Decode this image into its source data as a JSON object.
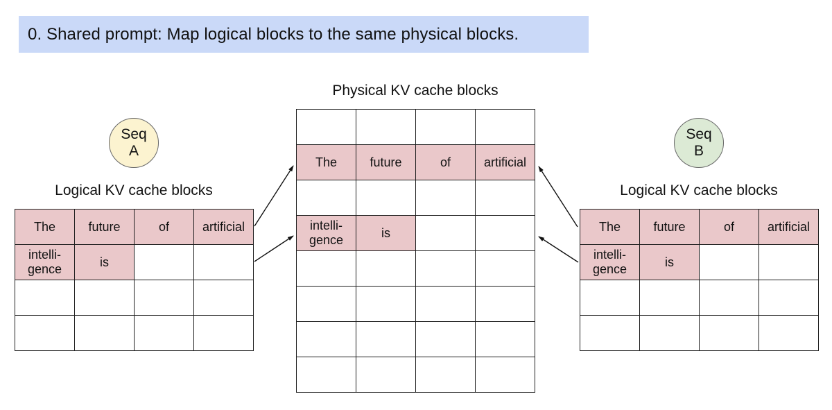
{
  "banner": {
    "text": "0. Shared prompt: Map logical blocks to the same physical blocks."
  },
  "colors": {
    "banner_bg": "#cad9f8",
    "highlight_cell": "#eac8ca",
    "seq_a_fill": "#fcf3d0",
    "seq_b_fill": "#dcead5",
    "table_border": "#1e1e1e",
    "circle_border": "#666666"
  },
  "seq_a": {
    "label": "Seq\nA"
  },
  "seq_b": {
    "label": "Seq\nB"
  },
  "sections": {
    "logical_a_title": "Logical KV cache blocks",
    "physical_title": "Physical KV cache blocks",
    "logical_b_title": "Logical KV cache blocks"
  },
  "tables": {
    "logical_a": {
      "rows": [
        [
          {
            "text": "The",
            "hl": true
          },
          {
            "text": "future",
            "hl": true
          },
          {
            "text": "of",
            "hl": true
          },
          {
            "text": "artificial",
            "hl": true
          }
        ],
        [
          {
            "text": "intelli-\ngence",
            "hl": true
          },
          {
            "text": "is",
            "hl": true
          },
          {
            "text": "",
            "hl": false
          },
          {
            "text": "",
            "hl": false
          }
        ],
        [
          {
            "text": "",
            "hl": false
          },
          {
            "text": "",
            "hl": false
          },
          {
            "text": "",
            "hl": false
          },
          {
            "text": "",
            "hl": false
          }
        ],
        [
          {
            "text": "",
            "hl": false
          },
          {
            "text": "",
            "hl": false
          },
          {
            "text": "",
            "hl": false
          },
          {
            "text": "",
            "hl": false
          }
        ]
      ]
    },
    "physical": {
      "rows": [
        [
          {
            "text": "",
            "hl": false
          },
          {
            "text": "",
            "hl": false
          },
          {
            "text": "",
            "hl": false
          },
          {
            "text": "",
            "hl": false
          }
        ],
        [
          {
            "text": "The",
            "hl": true
          },
          {
            "text": "future",
            "hl": true
          },
          {
            "text": "of",
            "hl": true
          },
          {
            "text": "artificial",
            "hl": true
          }
        ],
        [
          {
            "text": "",
            "hl": false
          },
          {
            "text": "",
            "hl": false
          },
          {
            "text": "",
            "hl": false
          },
          {
            "text": "",
            "hl": false
          }
        ],
        [
          {
            "text": "intelli-\ngence",
            "hl": true
          },
          {
            "text": "is",
            "hl": true
          },
          {
            "text": "",
            "hl": false
          },
          {
            "text": "",
            "hl": false
          }
        ],
        [
          {
            "text": "",
            "hl": false
          },
          {
            "text": "",
            "hl": false
          },
          {
            "text": "",
            "hl": false
          },
          {
            "text": "",
            "hl": false
          }
        ],
        [
          {
            "text": "",
            "hl": false
          },
          {
            "text": "",
            "hl": false
          },
          {
            "text": "",
            "hl": false
          },
          {
            "text": "",
            "hl": false
          }
        ],
        [
          {
            "text": "",
            "hl": false
          },
          {
            "text": "",
            "hl": false
          },
          {
            "text": "",
            "hl": false
          },
          {
            "text": "",
            "hl": false
          }
        ],
        [
          {
            "text": "",
            "hl": false
          },
          {
            "text": "",
            "hl": false
          },
          {
            "text": "",
            "hl": false
          },
          {
            "text": "",
            "hl": false
          }
        ]
      ]
    },
    "logical_b": {
      "rows": [
        [
          {
            "text": "The",
            "hl": true
          },
          {
            "text": "future",
            "hl": true
          },
          {
            "text": "of",
            "hl": true
          },
          {
            "text": "artificial",
            "hl": true
          }
        ],
        [
          {
            "text": "intelli-\ngence",
            "hl": true
          },
          {
            "text": "is",
            "hl": true
          },
          {
            "text": "",
            "hl": false
          },
          {
            "text": "",
            "hl": false
          }
        ],
        [
          {
            "text": "",
            "hl": false
          },
          {
            "text": "",
            "hl": false
          },
          {
            "text": "",
            "hl": false
          },
          {
            "text": "",
            "hl": false
          }
        ],
        [
          {
            "text": "",
            "hl": false
          },
          {
            "text": "",
            "hl": false
          },
          {
            "text": "",
            "hl": false
          },
          {
            "text": "",
            "hl": false
          }
        ]
      ]
    }
  }
}
